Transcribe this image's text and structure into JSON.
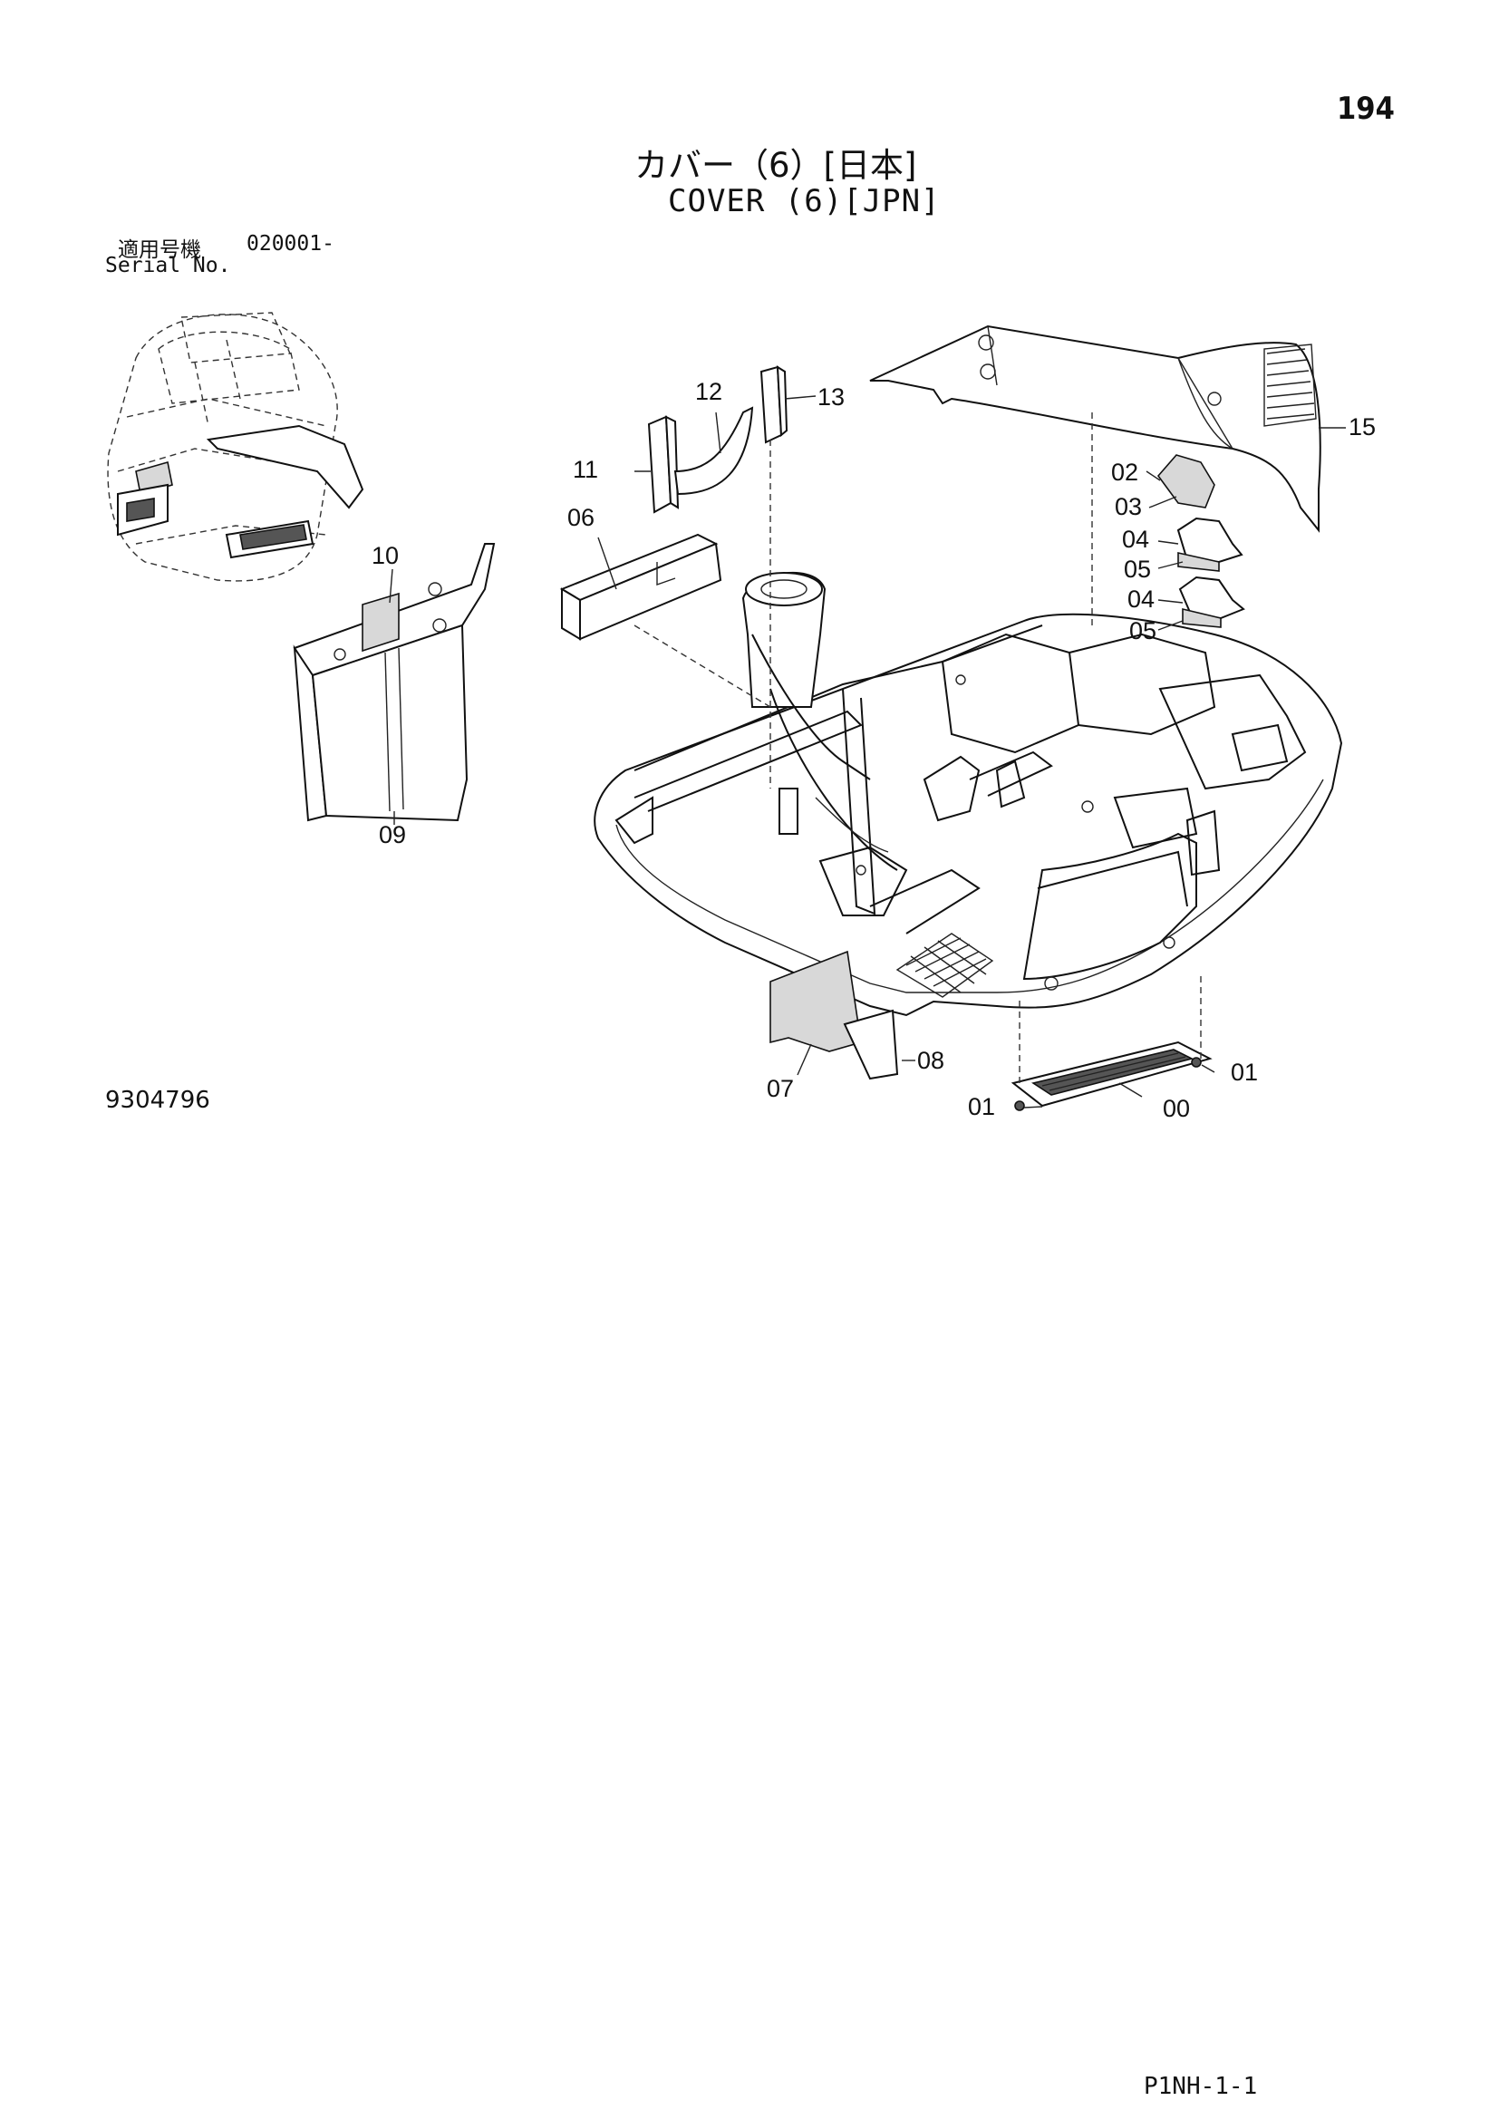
{
  "header": {
    "page_number": "194",
    "title_jp": "カバー（6）[日本]",
    "title_en": "COVER (6)[JPN]",
    "serial_label_jp": "適用号機",
    "serial_range": "020001-",
    "serial_label_en": "Serial No."
  },
  "diagram": {
    "drawing_number": "9304796",
    "callouts": {
      "c00": "00",
      "c01a": "01",
      "c01b": "01",
      "c02": "02",
      "c03": "03",
      "c04a": "04",
      "c04b": "04",
      "c05a": "05",
      "c05b": "05",
      "c06": "06",
      "c07": "07",
      "c08": "08",
      "c09": "09",
      "c10": "10",
      "c11": "11",
      "c12": "12",
      "c13": "13",
      "c15": "15"
    }
  },
  "footer": {
    "page_code": "P1NH-1-1"
  }
}
